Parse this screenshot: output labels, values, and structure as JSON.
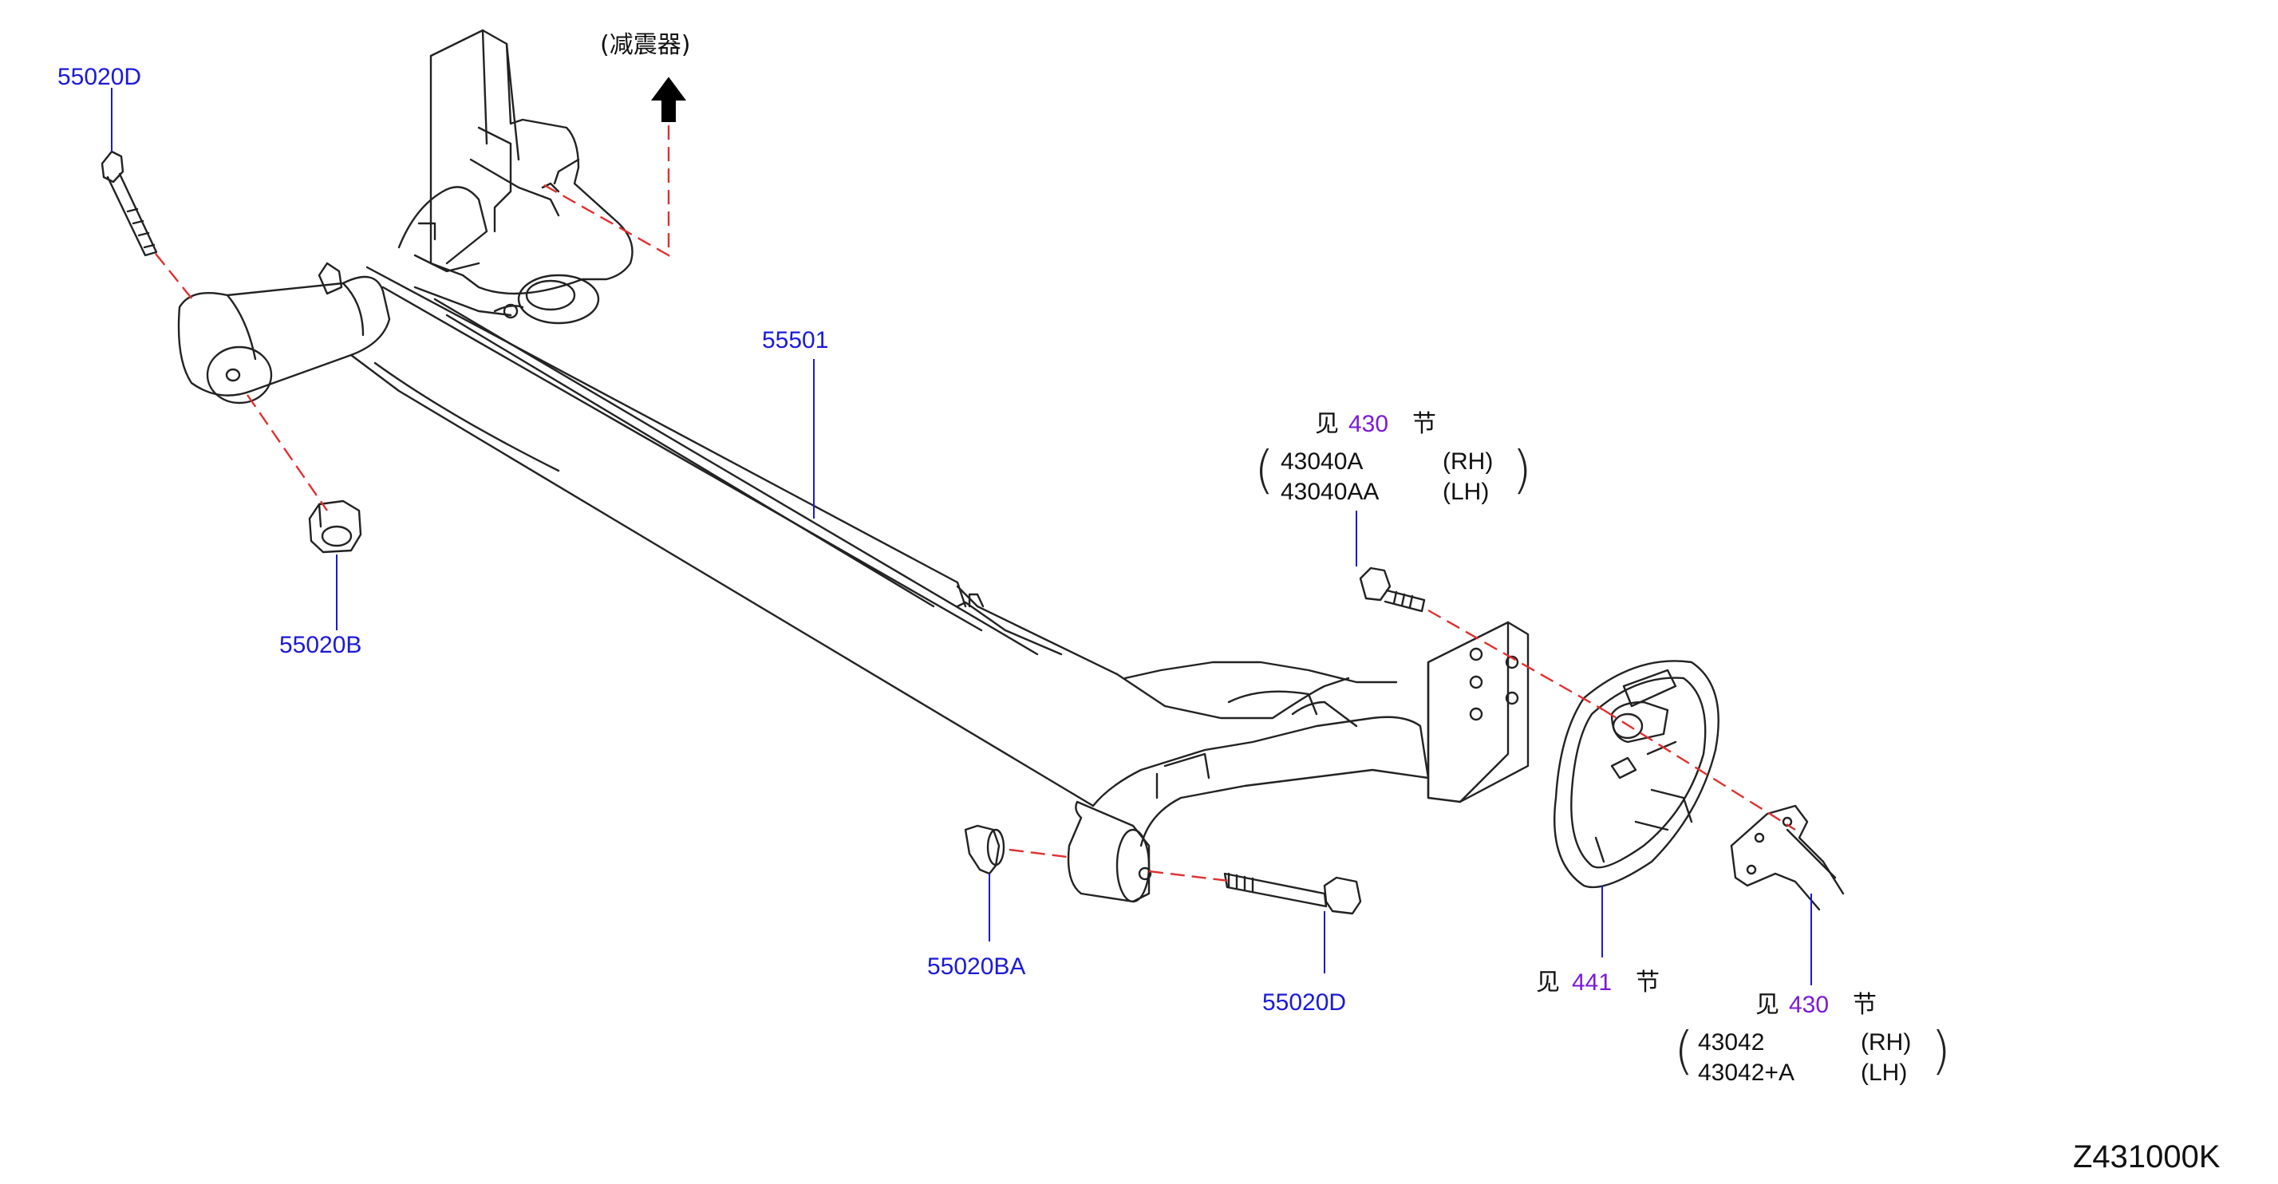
{
  "shock_label": "(减震器)",
  "parts": {
    "p55020D_top": "55020D",
    "p55501": "55501",
    "p55020B": "55020B",
    "p55020BA": "55020BA",
    "p55020D_bottom": "55020D"
  },
  "ref_hub": {
    "see": "见",
    "section": "430",
    "suffix": "节",
    "rows": [
      {
        "code": "43040A",
        "side": "(RH)"
      },
      {
        "code": "43040AA",
        "side": "(LH)"
      }
    ]
  },
  "ref_brake": {
    "see": "见",
    "section": "441",
    "suffix": "节"
  },
  "ref_spindle": {
    "see": "见",
    "section": "430",
    "suffix": "节",
    "rows": [
      {
        "code": "43042",
        "side": "(RH)"
      },
      {
        "code": "43042+A",
        "side": "(LH)"
      }
    ]
  },
  "diagram_code": "Z431000K",
  "colors": {
    "part_label": "#1a1ad8",
    "section_ref": "#7a1ad8",
    "leader": "#1a1ad8",
    "dash": "#e03030",
    "line": "#222222"
  }
}
